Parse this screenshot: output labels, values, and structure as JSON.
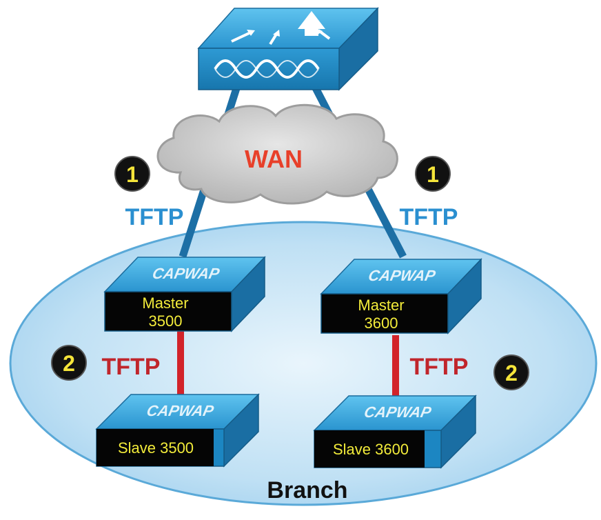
{
  "wan": {
    "label": "WAN"
  },
  "branch": {
    "label": "Branch"
  },
  "links": {
    "wan_left": "TFTP",
    "wan_right": "TFTP",
    "local_left": "TFTP",
    "local_right": "TFTP"
  },
  "steps": {
    "left_1": "1",
    "right_1": "1",
    "left_2": "2",
    "right_2": "2"
  },
  "devices": {
    "master_left": {
      "top": "CAPWAP",
      "line1": "Master",
      "line2": "3500"
    },
    "master_right": {
      "top": "CAPWAP",
      "line1": "Master",
      "line2": "3600"
    },
    "slave_left": {
      "top": "CAPWAP",
      "line1": "Slave 3500"
    },
    "slave_right": {
      "top": "CAPWAP",
      "line1": "Slave 3600"
    }
  },
  "colors": {
    "tftp_blue": "#2a8fd0",
    "tftp_red": "#c0252b",
    "wan_text": "#e8402a",
    "label_yellow": "#f3ec3a",
    "badge_fill": "#111111",
    "badge_text": "#f5e53a",
    "branch_fill": "#bfe0f4"
  },
  "icons": {
    "controller": "wlan-controller-icon",
    "ap": "access-point-icon"
  }
}
